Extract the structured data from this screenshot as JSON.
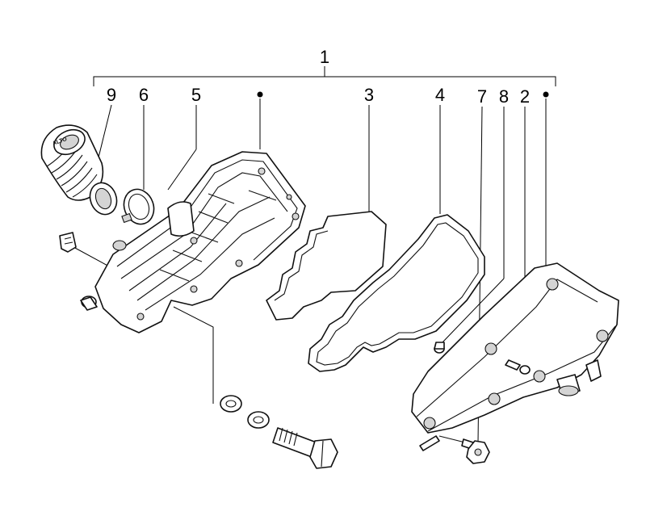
{
  "callouts": {
    "assembly": "1",
    "filter_cover_screw": "2",
    "filter_element": "3",
    "gasket": "4",
    "hose": "5",
    "clamp": "6",
    "drain_plug": "7",
    "cover_pin": "8",
    "intake_duct": "9"
  },
  "hose_marking": "ALTO"
}
